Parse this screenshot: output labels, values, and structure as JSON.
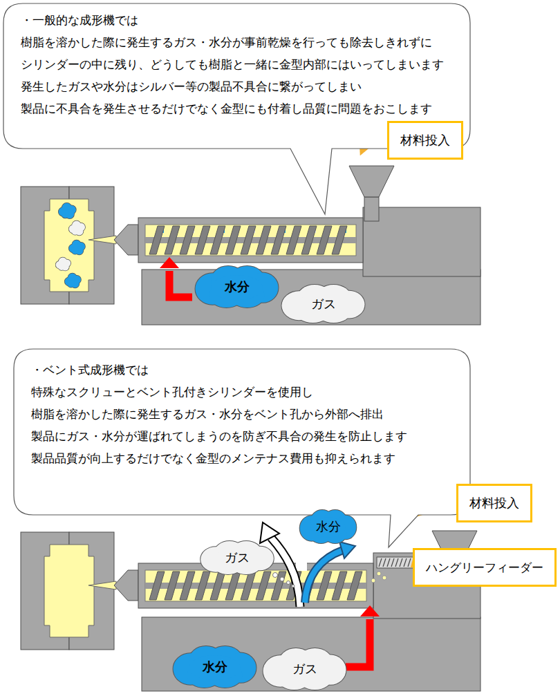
{
  "diagram": {
    "nodes": [
      {
        "text": [
          "・一般的な成形機では",
          "樹脂を溶かした際に発生するガス・水分が事前乾燥を行っても除去しきれずに",
          "シリンダーの中に残り、どうしても樹脂と一緒に金型内部にはいってしまいます",
          "発生したガスや水分はシルバー等の製品不具合に繋がってしまい",
          "製品に不具合を発生させるだけでなく金型にも付着し品質に問題をおこします"
        ]
      },
      {
        "text": [
          "材料投入"
        ]
      },
      {
        "text": [
          "水分"
        ]
      },
      {
        "text": [
          "ガス"
        ]
      },
      {
        "text": [
          "・ベント式成形機では",
          "特殊なスクリューとベント孔付きシリンダーを使用し",
          "樹脂を溶かした際に発生するガス・水分をベント孔から外部へ排出",
          "製品にガス・水分が運ばれてしまうのを防ぎ不具合の発生を防止します",
          "製品品質が向上するだけでなく金型のメンテナス費用も抑えられます"
        ]
      },
      {
        "text": [
          "材料投入"
        ]
      },
      {
        "text": [
          "ハングリーフィーダー"
        ]
      },
      {
        "text": [
          "ガス"
        ]
      },
      {
        "text": [
          "水分"
        ]
      },
      {
        "text": [
          "水分"
        ]
      },
      {
        "text": [
          "ガス"
        ]
      }
    ]
  }
}
